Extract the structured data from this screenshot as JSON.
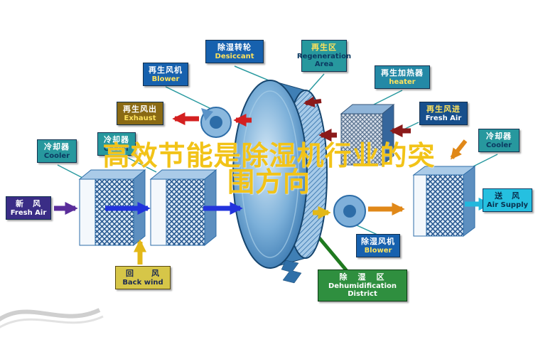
{
  "watermark": {
    "line1": "高效节能是除湿机行业的突",
    "line2": "围方向",
    "color": "#f2c318"
  },
  "labels": {
    "desiccant": {
      "zh": "除湿转轮",
      "en": "Desiccant"
    },
    "regen_area": {
      "zh": "再生区",
      "en": "Regeneration Area"
    },
    "regen_blower": {
      "zh": "再生风机",
      "en": "Blower"
    },
    "regen_heater": {
      "zh": "再生加热器",
      "en": "heater"
    },
    "exhaust": {
      "zh": "再生风出",
      "en": "Exhaust"
    },
    "regen_fresh_air": {
      "zh": "再生风进",
      "en": "Fresh Air"
    },
    "cooler_left_outer": {
      "zh": "冷却器",
      "en": "Cooler"
    },
    "cooler_left_inner": {
      "zh": "冷却器",
      "en": "Cooler"
    },
    "cooler_right": {
      "zh": "冷却器",
      "en": "Cooler"
    },
    "fresh_air": {
      "zh": "新　风",
      "en": "Fresh Air"
    },
    "air_supply": {
      "zh": "送　风",
      "en": "Air Supply"
    },
    "back_wind": {
      "zh": "回　　风",
      "en": "Back wind"
    },
    "dehumid_blower": {
      "zh": "除湿风机",
      "en": "Blower"
    },
    "dehumid_district": {
      "zh": "除　湿　区",
      "en": "Dehumidification District"
    }
  },
  "palette": {
    "arrow_red": "#d42020",
    "arrow_dark_red": "#8b1a1a",
    "arrow_blue": "#2233dd",
    "arrow_purple": "#5a2d9a",
    "arrow_yellow": "#e3b818",
    "arrow_orange": "#e08818",
    "arrow_cyan": "#22b8dd",
    "green_duct_line": "#1f7a1f",
    "connector_teal": "#2a9aa0",
    "wheel_blue": "#2d6da8",
    "watermark_yellow": "#f2c318",
    "label_blue": "#1761ae",
    "label_teal": "#27989e",
    "label_teal2": "#2489a6",
    "label_brown": "#8a6a14",
    "label_navy": "#174f8c",
    "label_purple": "#3a2d86",
    "label_cyan": "#25c0e0",
    "label_yellow": "#d6c648",
    "label_green": "#2f8f3f"
  }
}
